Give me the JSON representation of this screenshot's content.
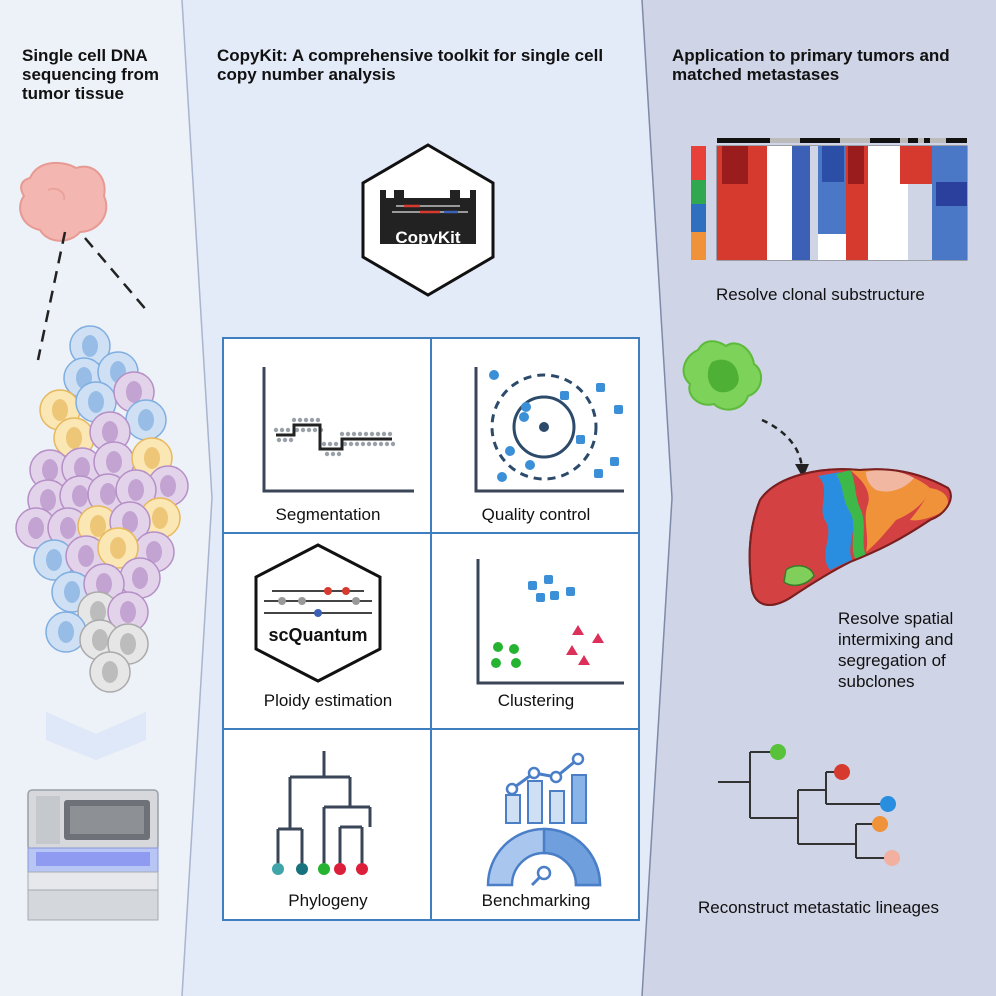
{
  "left": {
    "heading": "Single cell DNA sequencing from tumor tissue"
  },
  "center": {
    "heading_name": "CopyKit",
    "heading_rest": ": A comprehensive toolkit for single cell copy number analysis",
    "logo_text": "CopyKit",
    "tools": [
      {
        "label": "Segmentation"
      },
      {
        "label": "Quality control"
      },
      {
        "label": "Ploidy estimation",
        "logo_text": "scQuantum"
      },
      {
        "label": "Clustering"
      },
      {
        "label": "Phylogeny"
      },
      {
        "label": "Benchmarking"
      }
    ]
  },
  "right": {
    "heading": "Application to primary tumors and matched metastases",
    "captions": {
      "clonal": "Resolve clonal substructure",
      "spatial": "Resolve spatial intermixing and segregation of subclones",
      "lineage": "Reconstruct metastatic lineages"
    }
  },
  "colors": {
    "panel_left": "#edf1f8",
    "panel_center": "#e3eaf8",
    "panel_right": "#cfd4e6",
    "grid_border": "#3f7fc0",
    "red": "#d63a2f",
    "blue": "#3b60b5",
    "green": "#2fa84f",
    "orange": "#f0923a"
  }
}
